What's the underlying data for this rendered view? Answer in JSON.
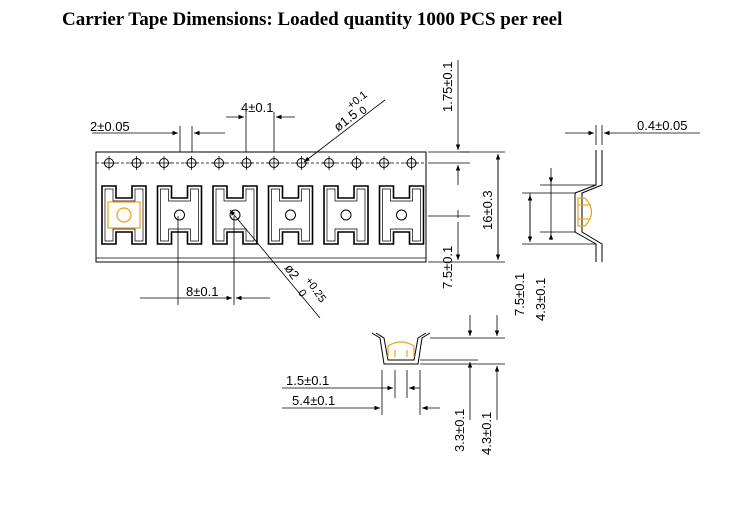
{
  "title": "Carrier Tape Dimensions: Loaded quantity 1000 PCS per reel",
  "dimensions": {
    "sprocket_pitch": "4±0.1",
    "hole_diameter_main": "ø1.5",
    "hole_diameter_tol_plus": "+0.1",
    "hole_diameter_tol_minus": "0",
    "hole_edge_offset": "2±0.05",
    "hole_row_offset": "1.75±0.1",
    "tape_thickness": "0.4±0.05",
    "tape_width": "16±0.3",
    "pocket_row_offset": "7.5±0.1",
    "pocket_pitch": "8±0.1",
    "pocket_hole_main": "ø2",
    "pocket_hole_tol_plus": "+0.25",
    "pocket_hole_tol_minus": "0",
    "side_width": "7.5±0.1",
    "side_depth": "4.3±0.1",
    "inner_width": "1.5±0.1",
    "outer_width": "5.4±0.1",
    "front_height": "3.3±0.1",
    "front_depth": "4.3±0.1"
  },
  "colors": {
    "line": "#000000",
    "component": "#e8a21a"
  }
}
